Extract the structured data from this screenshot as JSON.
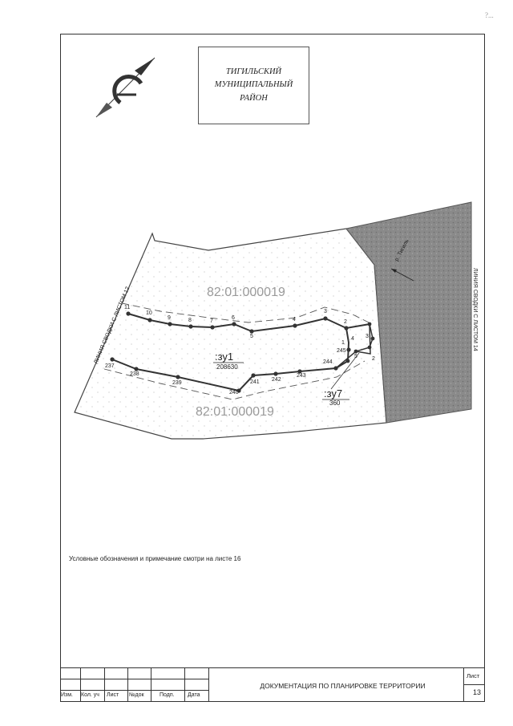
{
  "corner_mark": "?...",
  "district_label": [
    "ТИГИЛЬСКИЙ",
    "МУНИЦИПАЛЬНЫЙ",
    "РАЙОН"
  ],
  "cadastral_top": "82:01:000019",
  "cadastral_bottom": "82:01:000019",
  "left_edge_label": "ЛИНИЯ СВОДКИ С ЛИСТОМ 12",
  "right_edge_label": "ЛИНИЯ СВОДКИ С ЛИСТОМ 14",
  "river_label": "р. Тигиль",
  "zu1": {
    "name": ":зу1",
    "area": "208630"
  },
  "zu7": {
    "name": ":зу7",
    "area": "360"
  },
  "upper_points": [
    "11",
    "10",
    "9",
    "8",
    "7",
    "6",
    "5",
    "4",
    "3",
    "2"
  ],
  "lower_points": [
    "237",
    "238",
    "239",
    "240",
    "241",
    "242",
    "243",
    "244",
    "245"
  ],
  "zu7_points": [
    "1",
    "2",
    "3",
    "4",
    "5"
  ],
  "note": "Условные обозначения и примечание смотри на листе 16",
  "title_block": {
    "col_labels": [
      "Изм.",
      "Кол. уч",
      "Лист",
      "№док",
      "Подп.",
      "Дата"
    ],
    "title": "ДОКУМЕНТАЦИЯ ПО ПЛАНИРОВКЕ ТЕРРИТОРИИ",
    "sheet_label": "Лист",
    "sheet_number": "13"
  }
}
